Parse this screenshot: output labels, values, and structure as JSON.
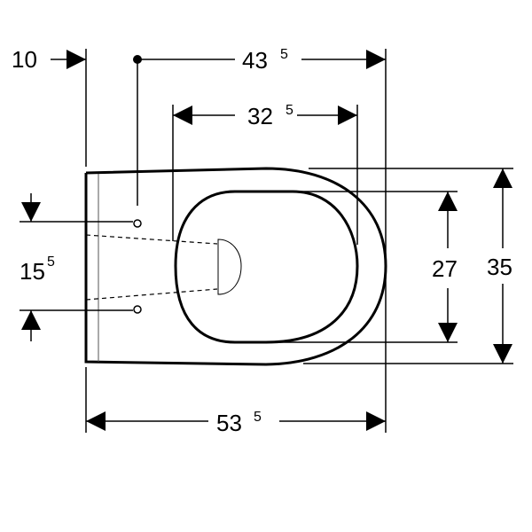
{
  "dimensions": {
    "d10": {
      "main": "10"
    },
    "d43": {
      "main": "43",
      "sup": "5"
    },
    "d32": {
      "main": "32",
      "sup": "5"
    },
    "d27": {
      "main": "27"
    },
    "d35": {
      "main": "35"
    },
    "d53": {
      "main": "53",
      "sup": "5"
    },
    "d15": {
      "main": "15",
      "sup": "5"
    }
  },
  "colors": {
    "line": "#000000",
    "background": "#ffffff"
  }
}
